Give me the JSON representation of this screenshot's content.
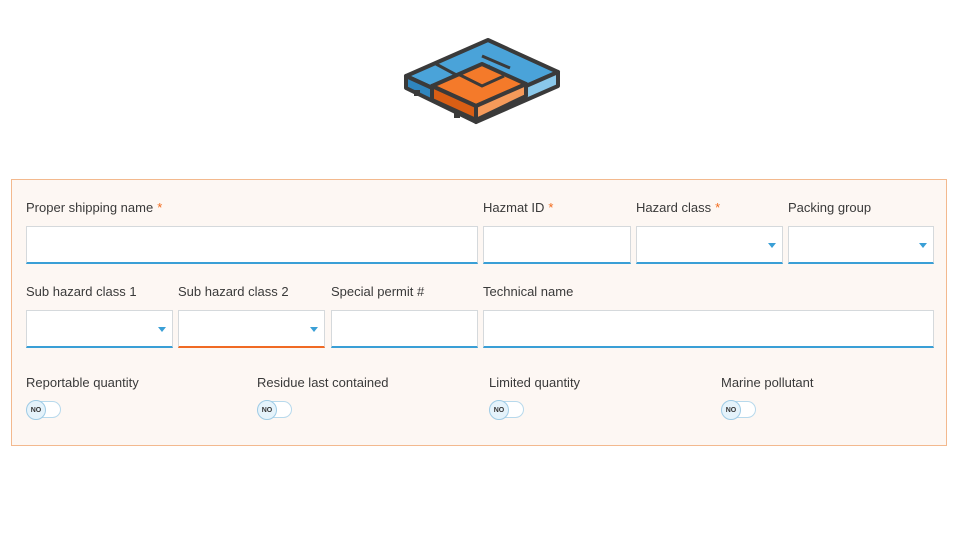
{
  "brand": {
    "logo_icon": "stacked-tiles-logo-icon",
    "colors": {
      "blue": "#4aa3d9",
      "orange": "#f47a2a",
      "outline": "#3a3a3a"
    }
  },
  "form": {
    "proper_shipping_name": {
      "label": "Proper shipping name",
      "required": "*",
      "value": ""
    },
    "hazmat_id": {
      "label": "Hazmat ID",
      "required": "*",
      "value": ""
    },
    "hazard_class": {
      "label": "Hazard class",
      "required": "*",
      "value": ""
    },
    "packing_group": {
      "label": "Packing group",
      "value": ""
    },
    "sub_hazard_class_1": {
      "label": "Sub hazard class 1",
      "value": ""
    },
    "sub_hazard_class_2": {
      "label": "Sub hazard class 2",
      "value": ""
    },
    "special_permit": {
      "label": "Special permit #",
      "value": ""
    },
    "technical_name": {
      "label": "Technical name",
      "value": ""
    },
    "reportable_quantity": {
      "label": "Reportable quantity",
      "state": "NO"
    },
    "residue_last_contained": {
      "label": "Residue last contained",
      "state": "NO"
    },
    "limited_quantity": {
      "label": "Limited quantity",
      "state": "NO"
    },
    "marine_pollutant": {
      "label": "Marine pollutant",
      "state": "NO"
    }
  },
  "colors": {
    "accent_blue": "#3a9fd6",
    "invalid_orange": "#f06a24",
    "panel_border": "#f3b98e",
    "panel_bg": "#fdf7f3"
  }
}
